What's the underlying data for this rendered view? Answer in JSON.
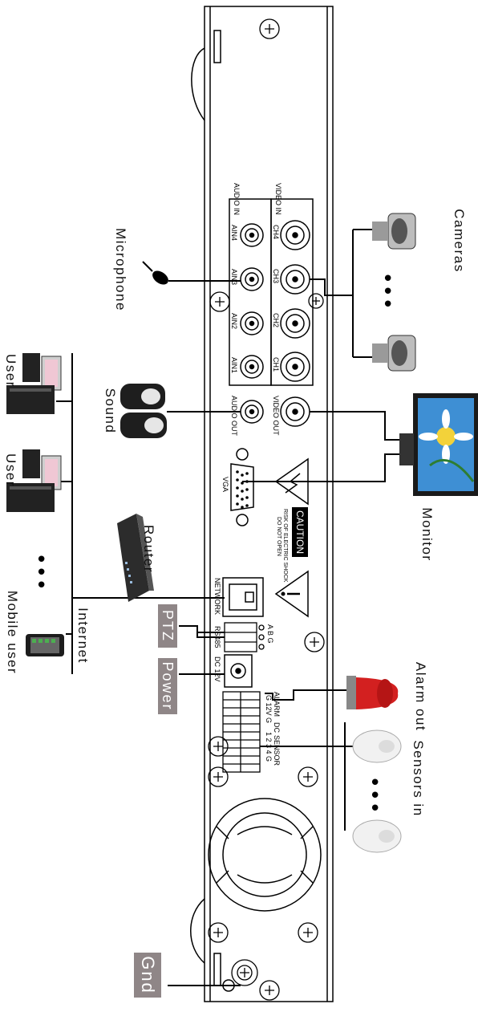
{
  "labels": {
    "cameras": "Cameras",
    "microphone": "Microphone",
    "sound": "Sound",
    "monitor": "Monitor",
    "router": "Router",
    "internet": "Internet",
    "user1": "User",
    "user2": "User",
    "mobile_user": "Mobile user",
    "ptz": "PTZ",
    "power": "Power",
    "alarm_out": "Alarm out",
    "sensors_in": "Sensors in",
    "gnd": "Gnd"
  },
  "panel": {
    "video_in": "VIDEO IN",
    "audio_in": "AUDIO IN",
    "ch4": "CH4",
    "ch3": "CH3",
    "ch2": "CH2",
    "ch1": "CH1",
    "ain4": "AIN4",
    "ain3": "AIN3",
    "ain2": "AIN2",
    "ain1": "AIN1",
    "video_out": "VIDEO OUT",
    "audio_out": "AUDIO OUT",
    "vga": "VGA",
    "caution": "CAUTION",
    "caution_line1": "RISK OF ELECTRIC SHOCK",
    "caution_line2": "DO NOT OPEN",
    "network": "NETWORK",
    "rs485": "RS485",
    "abg": "A  B  G",
    "dc12v": "DC 12V",
    "alarm": "ALARM",
    "dc": "DC",
    "g12vg": "G 12V G",
    "sensor": "SENSOR",
    "sensor_pins": "1  2  3  4  G"
  },
  "colors": {
    "tag_bg": "#8f8687",
    "line": "#000000"
  }
}
